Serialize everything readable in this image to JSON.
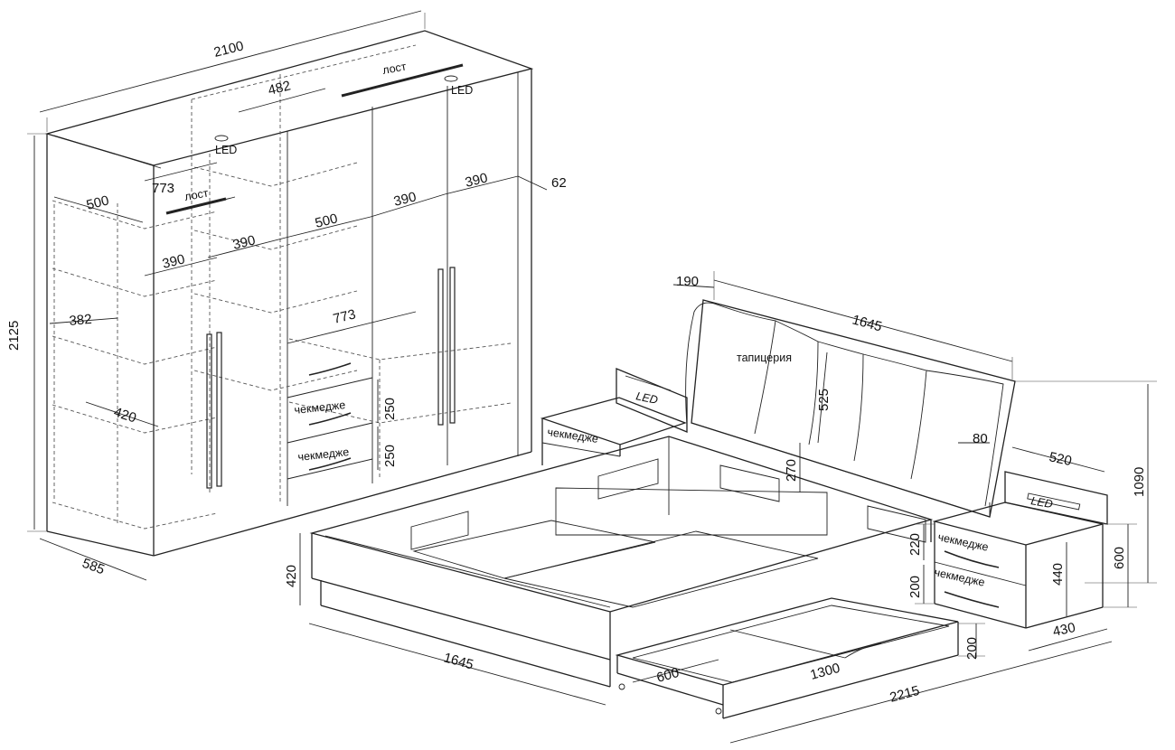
{
  "labels": {
    "rod": "лост",
    "led": "LED",
    "drawer": "чекмедже",
    "upholstery": "тапицерия"
  },
  "wardrobe": {
    "width": "2100",
    "height": "2125",
    "depth": "585",
    "door_width": "482",
    "drawer_h1": "250",
    "drawer_h2": "250",
    "shelf_773_top": "773",
    "shelf_773_bottom": "773",
    "shelf_500_left": "500",
    "shelf_500_mid": "500",
    "shelf_390_a": "390",
    "shelf_390_b": "390",
    "shelf_390_c": "390",
    "shelf_390_d": "390",
    "depth_382": "382",
    "depth_420": "420",
    "panel_62": "62"
  },
  "bed": {
    "headboard_depth": "190",
    "headboard_width": "1645",
    "upholstery_height": "525",
    "frame_rise": "270",
    "panel_80": "80",
    "total_height": "1090",
    "base_height": "420",
    "base_width": "1645",
    "length": "2215",
    "drawer_width": "600",
    "drawer_length": "1300",
    "drawer_height": "200"
  },
  "nightstand": {
    "width": "520",
    "depth": "430",
    "height": "600",
    "body_height": "440",
    "drawer_1": "220",
    "drawer_2": "200"
  }
}
